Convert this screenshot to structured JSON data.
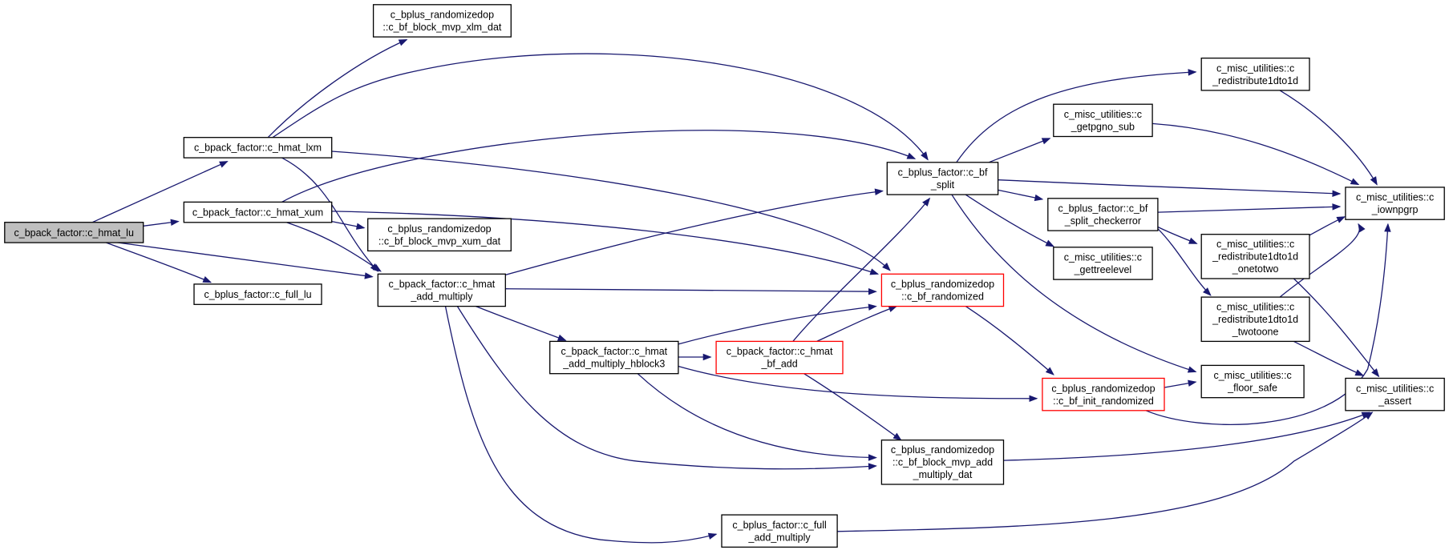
{
  "colors": {
    "edge": "#191970",
    "node_border": "#000000",
    "node_border_truncated": "#ff0000",
    "node_fill": "#ffffff",
    "root_fill": "#bfbfbf"
  },
  "nodes": {
    "hmat_lu": {
      "lines": [
        "c_bpack_factor::c_hmat_lu"
      ],
      "style": "root"
    },
    "hmat_lxm": {
      "lines": [
        "c_bpack_factor::c_hmat_lxm"
      ],
      "style": "normal"
    },
    "hmat_xum": {
      "lines": [
        "c_bpack_factor::c_hmat_xum"
      ],
      "style": "normal"
    },
    "full_lu": {
      "lines": [
        "c_bplus_factor::c_full_lu"
      ],
      "style": "normal"
    },
    "block_mvp_xlm": {
      "lines": [
        "c_bplus_randomizedop",
        "::c_bf_block_mvp_xlm_dat"
      ],
      "style": "normal"
    },
    "block_mvp_xum": {
      "lines": [
        "c_bplus_randomizedop",
        "::c_bf_block_mvp_xum_dat"
      ],
      "style": "normal"
    },
    "hmat_add_multiply": {
      "lines": [
        "c_bpack_factor::c_hmat",
        "_add_multiply"
      ],
      "style": "normal"
    },
    "hmat_add_multiply_hblock3": {
      "lines": [
        "c_bpack_factor::c_hmat",
        "_add_multiply_hblock3"
      ],
      "style": "normal"
    },
    "hmat_bf_add": {
      "lines": [
        "c_bpack_factor::c_hmat",
        "_bf_add"
      ],
      "style": "truncated"
    },
    "full_add_multiply": {
      "lines": [
        "c_bplus_factor::c_full",
        "_add_multiply"
      ],
      "style": "normal"
    },
    "bf_split": {
      "lines": [
        "c_bplus_factor::c_bf",
        "_split"
      ],
      "style": "normal"
    },
    "bf_randomized": {
      "lines": [
        "c_bplus_randomizedop",
        "::c_bf_randomized"
      ],
      "style": "truncated"
    },
    "bf_init_randomized": {
      "lines": [
        "c_bplus_randomizedop",
        "::c_bf_init_randomized"
      ],
      "style": "truncated"
    },
    "block_mvp_add_multiply": {
      "lines": [
        "c_bplus_randomizedop",
        "::c_bf_block_mvp_add",
        "_multiply_dat"
      ],
      "style": "normal"
    },
    "getpgno_sub": {
      "lines": [
        "c_misc_utilities::c",
        "_getpgno_sub"
      ],
      "style": "normal"
    },
    "split_checkerror": {
      "lines": [
        "c_bplus_factor::c_bf",
        "_split_checkerror"
      ],
      "style": "normal"
    },
    "gettreelevel": {
      "lines": [
        "c_misc_utilities::c",
        "_gettreelevel"
      ],
      "style": "normal"
    },
    "redistribute1dto1d": {
      "lines": [
        "c_misc_utilities::c",
        "_redistribute1dto1d"
      ],
      "style": "normal"
    },
    "redistribute1dto1d_onetotwo": {
      "lines": [
        "c_misc_utilities::c",
        "_redistribute1dto1d",
        "_onetotwo"
      ],
      "style": "normal"
    },
    "redistribute1dto1d_twotoone": {
      "lines": [
        "c_misc_utilities::c",
        "_redistribute1dto1d",
        "_twotoone"
      ],
      "style": "normal"
    },
    "floor_safe": {
      "lines": [
        "c_misc_utilities::c",
        "_floor_safe"
      ],
      "style": "normal"
    },
    "iownpgrp": {
      "lines": [
        "c_misc_utilities::c",
        "_iownpgrp"
      ],
      "style": "normal"
    },
    "assert": {
      "lines": [
        "c_misc_utilities::c",
        "_assert"
      ],
      "style": "normal"
    }
  },
  "edges": [
    [
      "hmat_lu",
      "hmat_lxm"
    ],
    [
      "hmat_lu",
      "hmat_xum"
    ],
    [
      "hmat_lu",
      "hmat_add_multiply"
    ],
    [
      "hmat_lu",
      "full_lu"
    ],
    [
      "hmat_lxm",
      "block_mvp_xlm"
    ],
    [
      "hmat_lxm",
      "bf_split"
    ],
    [
      "hmat_lxm",
      "bf_randomized"
    ],
    [
      "hmat_lxm",
      "hmat_add_multiply"
    ],
    [
      "hmat_xum",
      "bf_split"
    ],
    [
      "hmat_xum",
      "bf_randomized"
    ],
    [
      "hmat_xum",
      "block_mvp_xum"
    ],
    [
      "hmat_xum",
      "hmat_add_multiply"
    ],
    [
      "hmat_add_multiply",
      "bf_split"
    ],
    [
      "hmat_add_multiply",
      "bf_randomized"
    ],
    [
      "hmat_add_multiply",
      "hmat_add_multiply_hblock3"
    ],
    [
      "hmat_add_multiply",
      "block_mvp_add_multiply"
    ],
    [
      "hmat_add_multiply",
      "full_add_multiply"
    ],
    [
      "hmat_add_multiply_hblock3",
      "bf_randomized"
    ],
    [
      "hmat_add_multiply_hblock3",
      "hmat_bf_add"
    ],
    [
      "hmat_add_multiply_hblock3",
      "bf_init_randomized"
    ],
    [
      "hmat_add_multiply_hblock3",
      "block_mvp_add_multiply"
    ],
    [
      "hmat_bf_add",
      "bf_split"
    ],
    [
      "hmat_bf_add",
      "bf_randomized"
    ],
    [
      "hmat_bf_add",
      "block_mvp_add_multiply"
    ],
    [
      "bf_randomized",
      "bf_init_randomized"
    ],
    [
      "bf_split",
      "redistribute1dto1d"
    ],
    [
      "bf_split",
      "getpgno_sub"
    ],
    [
      "bf_split",
      "iownpgrp"
    ],
    [
      "bf_split",
      "split_checkerror"
    ],
    [
      "bf_split",
      "gettreelevel"
    ],
    [
      "bf_split",
      "floor_safe"
    ],
    [
      "getpgno_sub",
      "iownpgrp"
    ],
    [
      "split_checkerror",
      "iownpgrp"
    ],
    [
      "split_checkerror",
      "redistribute1dto1d_onetotwo"
    ],
    [
      "split_checkerror",
      "redistribute1dto1d_twotoone"
    ],
    [
      "redistribute1dto1d",
      "iownpgrp"
    ],
    [
      "redistribute1dto1d_onetotwo",
      "iownpgrp"
    ],
    [
      "redistribute1dto1d_onetotwo",
      "assert"
    ],
    [
      "redistribute1dto1d_twotoone",
      "iownpgrp"
    ],
    [
      "redistribute1dto1d_twotoone",
      "assert"
    ],
    [
      "bf_init_randomized",
      "floor_safe"
    ],
    [
      "bf_init_randomized",
      "iownpgrp"
    ],
    [
      "block_mvp_add_multiply",
      "assert"
    ],
    [
      "full_add_multiply",
      "assert"
    ]
  ]
}
